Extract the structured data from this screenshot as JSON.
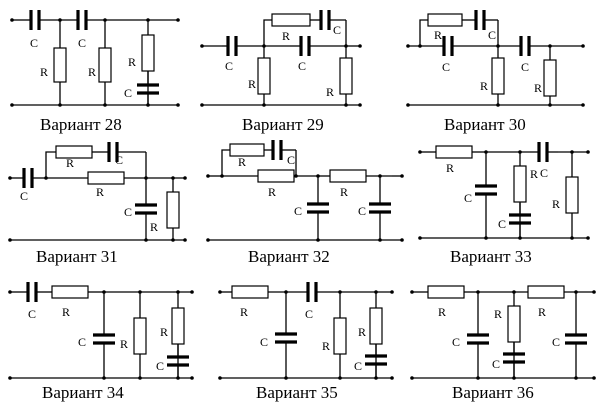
{
  "labels": {
    "c": "C",
    "r": "R"
  },
  "variants": [
    {
      "id": "v28",
      "caption": "Вариант 28"
    },
    {
      "id": "v29",
      "caption": "Вариант 29"
    },
    {
      "id": "v30",
      "caption": "Вариант 30"
    },
    {
      "id": "v31",
      "caption": "Вариант 31"
    },
    {
      "id": "v32",
      "caption": "Вариант 32"
    },
    {
      "id": "v33",
      "caption": "Вариант 33"
    },
    {
      "id": "v34",
      "caption": "Вариант 34"
    },
    {
      "id": "v35",
      "caption": "Вариант 35"
    },
    {
      "id": "v36",
      "caption": "Вариант 36"
    }
  ]
}
